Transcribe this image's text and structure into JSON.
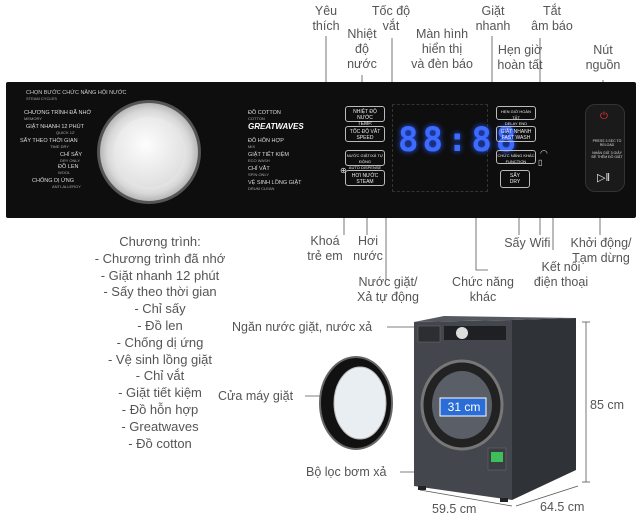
{
  "top_callouts": {
    "yeu_thich": "Yêu\nthích",
    "nhiet_do_nuoc": "Nhiệt\nđộ\nnước",
    "toc_do_vat": "Tốc độ\nvắt",
    "man_hinh": "Màn hình\nhiển thị\nvà đèn báo",
    "giat_nhanh": "Giặt\nnhanh",
    "hen_gio": "Hẹn giờ\nhoàn tất",
    "tat_am_bao": "Tắt\nâm báo",
    "nut_nguon": "Nút\nnguồn"
  },
  "bottom_callouts": {
    "khoa_tre_em": "Khoá\ntrẻ em",
    "hoi_nuoc": "Hơi\nnước",
    "nuoc_giat": "Nước giặt/\nXả tự động",
    "chuc_nang_khac": "Chức năng\nkhác",
    "say": "Sấy",
    "wifi": "Wifi",
    "ket_noi": "Kết nối\nđiện thoại",
    "khoi_dong": "Khởi động/\nTạm dừng"
  },
  "program_title": "Chương trình:",
  "programs": [
    "- Chương trình đã nhớ",
    "- Giặt nhanh 12 phút",
    "- Sấy theo thời gian",
    "- Chỉ sấy",
    "- Đồ len",
    "- Chống dị ứng",
    "- Vệ sinh lồng giặt",
    "- Chỉ vắt",
    "- Giặt tiết kiệm",
    "- Đồ hỗn hợp",
    "- Greatwaves",
    "- Đồ cotton"
  ],
  "panel": {
    "header": "CHỌN BƯỚC CHỨC NĂNG HỘI NƯỚC",
    "header_en": "STEAM CYCLES",
    "left_items": [
      {
        "vi": "CHƯƠNG TRÌNH ĐÃ NHỚ",
        "en": "MEMORY"
      },
      {
        "vi": "GIẶT NHANH 12 PHÚT",
        "en": "QUICK 12'"
      },
      {
        "vi": "SẤY THEO THỜI GIAN",
        "en": "TIME DRY"
      },
      {
        "vi": "CHỈ SẤY",
        "en": "DRY ONLY"
      },
      {
        "vi": "ĐỒ LEN",
        "en": "WOOL"
      },
      {
        "vi": "CHỐNG DỊ ỨNG",
        "en": "ANTI-ALLERGY"
      }
    ],
    "right_items": [
      {
        "vi": "ĐỒ COTTON",
        "en": "COTTON"
      },
      {
        "vi": "GREATWAVES",
        "en": ""
      },
      {
        "vi": "ĐỒ HỖN HỢP",
        "en": "MIX"
      },
      {
        "vi": "GIẶT TIẾT KIỆM",
        "en": "ECO WASH"
      },
      {
        "vi": "CHỈ VẮT",
        "en": "SPIN ONLY"
      },
      {
        "vi": "VỆ SINH LỒNG GIẶT",
        "en": "DRUM CLEAN"
      }
    ],
    "btn_temp": "NHIỆT ĐỘ NƯỚC",
    "btn_temp_en": "TEMP.",
    "btn_speed": "TỐC ĐỘ VẮT",
    "btn_speed_en": "SPEED",
    "btn_detergent": "NƯỚC GIẶT/XẢ TỰ ĐỘNG",
    "btn_detergent_en": "AUTO DISPENSE",
    "btn_steam": "HƠI NƯỚC",
    "btn_steam_en": "STEAM",
    "btn_delay": "HẸN GIỜ HOÀN TẤT",
    "btn_delay_en": "DELAY END",
    "btn_fast": "GIẶT NHANH",
    "btn_fast_en": "FAST WASH",
    "btn_func": "CHỨC NĂNG KHÁC",
    "btn_func_en": "FUNCTION",
    "btn_dry": "SẤY",
    "btn_dry_en": "DRY",
    "display": "88:88",
    "power_text": "PRESS 3 SEC TO RELOAD",
    "power_text2": "NHẤN GIỮ 3 GIÂY ĐỂ THÊM ĐỒ GIẶT"
  },
  "machine_labels": {
    "drawer": "Ngăn nước giặt, nước xả",
    "door": "Cửa máy giặt",
    "door_size": "31 cm",
    "filter": "Bộ lọc bơm xả",
    "height": "85 cm",
    "width": "59.5 cm",
    "depth": "64.5 cm"
  },
  "colors": {
    "panel_bg": "#0e0e0e",
    "display_blue": "#3d6bff",
    "machine_body": "#3f4248",
    "dim_box": "#2a6dd6"
  }
}
